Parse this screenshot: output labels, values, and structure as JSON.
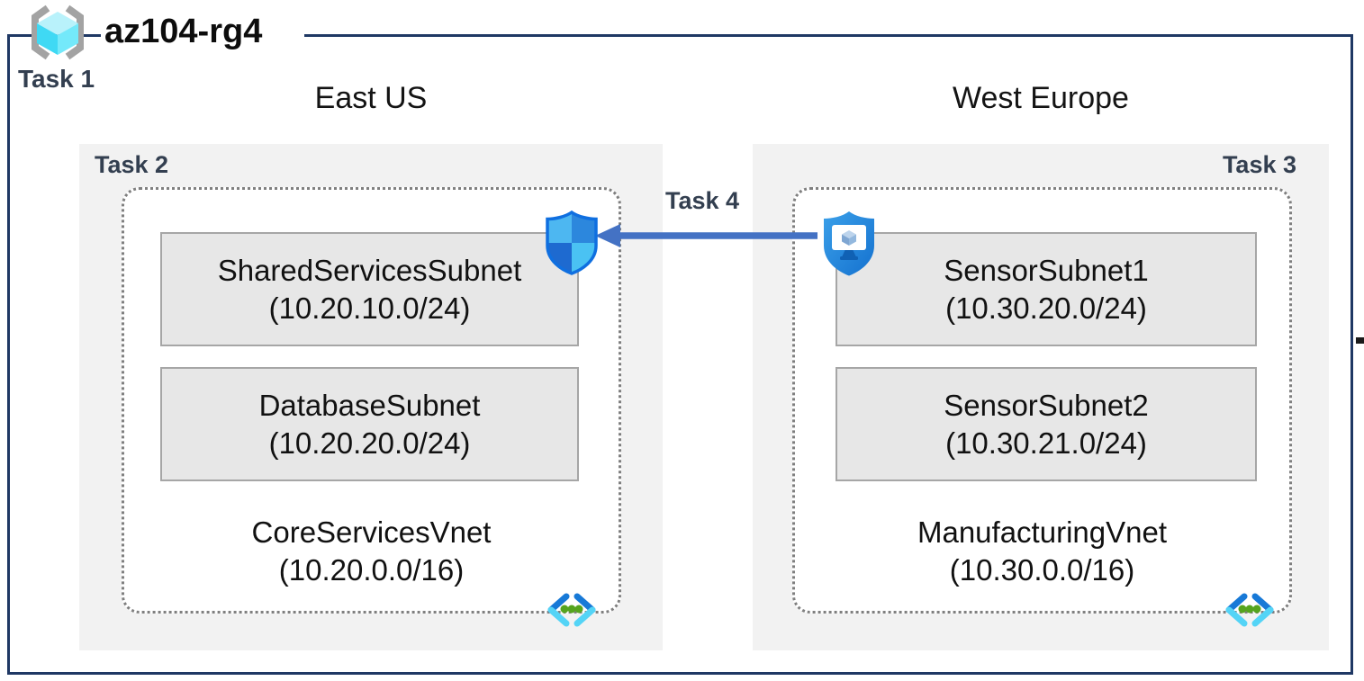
{
  "resource_group": {
    "name": "az104-rg4",
    "task_label": "Task 1"
  },
  "regions": [
    {
      "name": "East US",
      "task_label": "Task 2",
      "vnet": {
        "name": "CoreServicesVnet",
        "cidr": "(10.20.0.0/16)"
      },
      "subnets": [
        {
          "name": "SharedServicesSubnet",
          "cidr": "(10.20.10.0/24)"
        },
        {
          "name": "DatabaseSubnet",
          "cidr": "(10.20.20.0/24)"
        }
      ],
      "corner_icon": "nsg-shield-icon"
    },
    {
      "name": "West Europe",
      "task_label": "Task 3",
      "vnet": {
        "name": "ManufacturingVnet",
        "cidr": "(10.30.0.0/16)"
      },
      "subnets": [
        {
          "name": "SensorSubnet1",
          "cidr": "(10.30.20.0/24)"
        },
        {
          "name": "SensorSubnet2",
          "cidr": "(10.30.21.0/24)"
        }
      ],
      "corner_icon": "bastion-shield-icon"
    }
  ],
  "peering": {
    "label": "Task 4",
    "direction": "west-europe-to-east-us"
  },
  "icons": {
    "resource_group": "resource-group-icon",
    "left_corner": "nsg-shield-icon",
    "right_corner": "bastion-shield-icon",
    "vnet": "virtual-network-icon"
  },
  "colors": {
    "outer_border": "#1f3864",
    "task_label": "#333f50",
    "panel_background": "#f2f2f2",
    "subnet_fill": "#e7e7e7",
    "subnet_border": "#a6a6a6",
    "vnet_dotted_border": "#7f7f7f",
    "arrow_blue": "#4472c4",
    "shield_outline": "#0f6fe0",
    "chevron_dark_blue": "#1779d7",
    "chevron_light_cyan": "#54d4f6",
    "dot_green": "#55a41e",
    "cube_cyan": "#50e6ff"
  }
}
